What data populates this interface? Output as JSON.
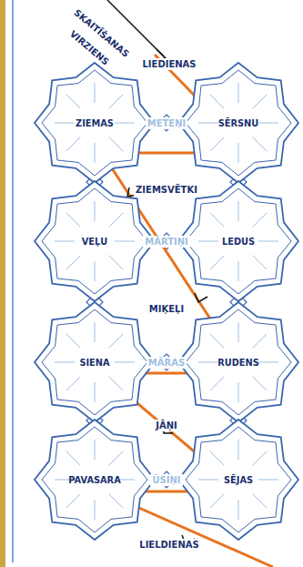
{
  "diagram": {
    "nodes": [
      {
        "text": [
          "ZIEMAS"
        ]
      },
      {
        "text": [
          "SĒRSNU"
        ]
      },
      {
        "text": [
          "VEĻU"
        ]
      },
      {
        "text": [
          "LEDUS"
        ]
      },
      {
        "text": [
          "SIENA"
        ]
      },
      {
        "text": [
          "RUDENS"
        ]
      },
      {
        "text": [
          "PAVASARA"
        ]
      },
      {
        "text": [
          "SĒJAS"
        ]
      }
    ],
    "labels": [
      "SKAITĪŠANAS",
      "VIRZIENS",
      "LIEDIENAS",
      "METEŅI",
      "ZIEMSVĒTKI",
      "MĀRTIŅI",
      "MIĶEĻI",
      "MĀRAS",
      "JĀŅI",
      "ŪSIŅI",
      "LIELDIENAS"
    ]
  }
}
